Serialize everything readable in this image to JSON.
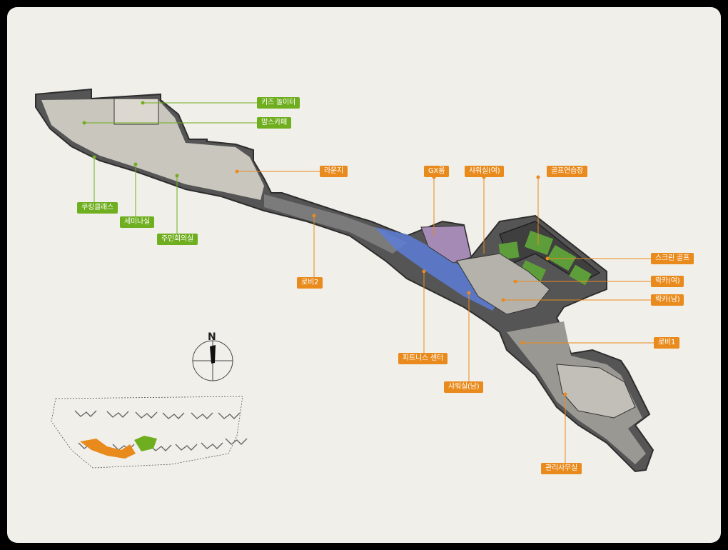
{
  "colors": {
    "amenity_green": "#6fae1e",
    "amenity_orange": "#e98a1c",
    "background": "#f1efea",
    "floor_dark": "#4a4a4a",
    "floor_gray": "#8a8a8a",
    "fitness_blue": "#5d7ed8",
    "gx_purple": "#8c4fa6",
    "golf_green": "#5e9e3a"
  },
  "compass": {
    "north_label": "N"
  },
  "labels": {
    "kids": "키즈 놀이터",
    "momscafe": "맘스카페",
    "lounge": "라운지",
    "cooking": "쿠킹클래스",
    "seminar": "세미나실",
    "meeting": "주민회의실",
    "lobby2": "로비2",
    "gx": "GX룸",
    "shower_f": "샤워실(여)",
    "golf_range": "골프연습장",
    "screen_golf": "스크린 골프",
    "locker_f": "락카(여)",
    "locker_m": "락카(남)",
    "lobby1": "로비1",
    "fitness": "피트니스 센터",
    "shower_m": "샤워실(남)",
    "office": "관리사무실"
  }
}
